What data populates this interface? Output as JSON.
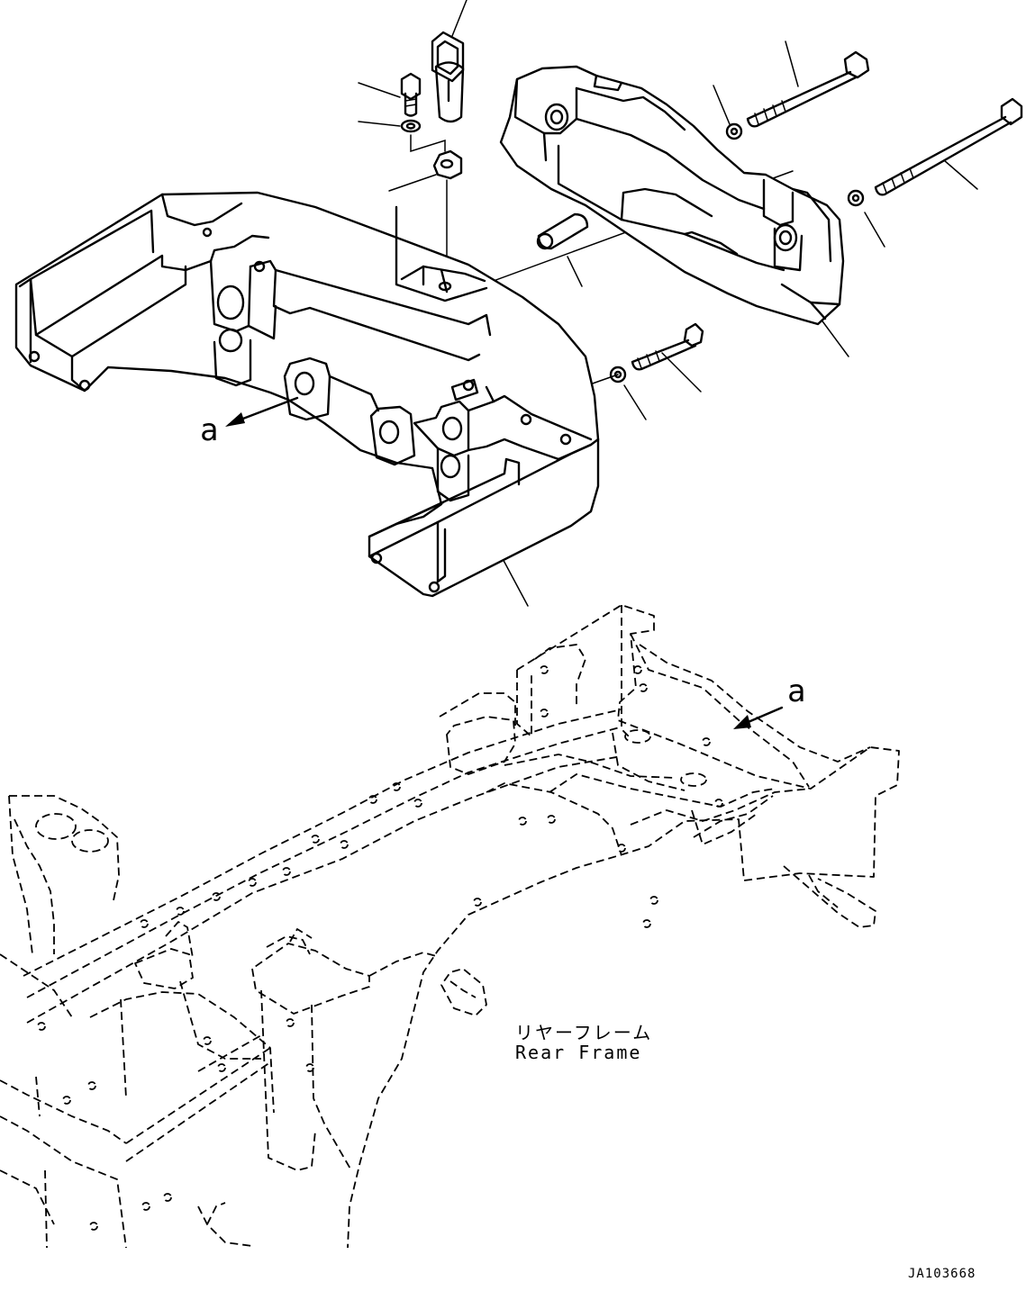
{
  "labels": {
    "view_a_top": "a",
    "view_a_bottom": "a",
    "rear_frame_jp": "リヤーフレーム",
    "rear_frame_en": "Rear Frame",
    "drawing_id": "JA103668"
  }
}
